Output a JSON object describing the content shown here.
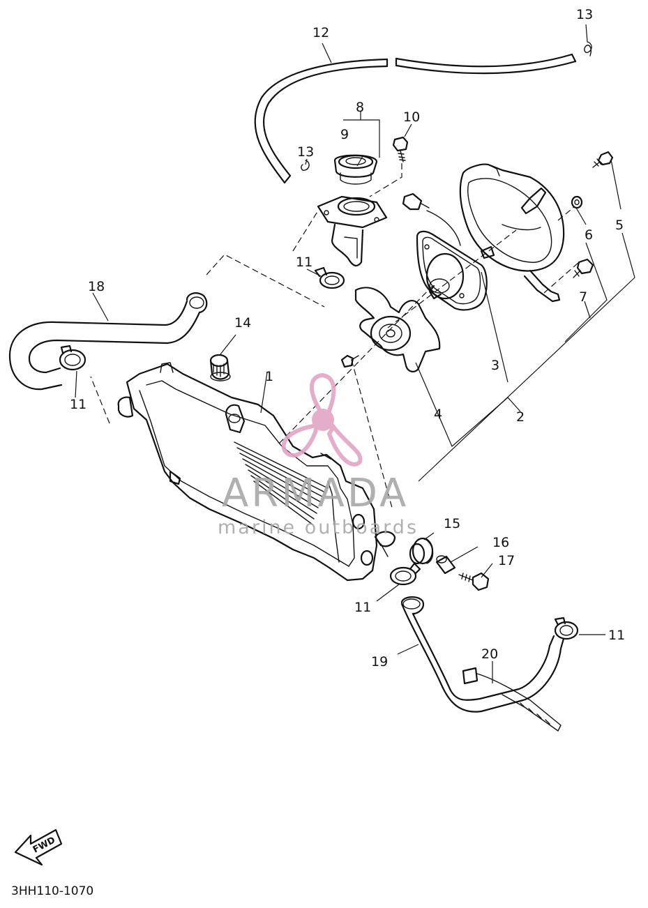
{
  "callouts": {
    "c1": "1",
    "c2": "2",
    "c3": "3",
    "c4": "4",
    "c5": "5",
    "c6": "6",
    "c7": "7",
    "c8": "8",
    "c9": "9",
    "c10": "10",
    "c11a": "11",
    "c11b": "11",
    "c11c": "11",
    "c11d": "11",
    "c12": "12",
    "c13a": "13",
    "c13b": "13",
    "c14": "14",
    "c15": "15",
    "c16": "16",
    "c17": "17",
    "c18": "18",
    "c19": "19",
    "c20": "20"
  },
  "fwd_label": "FWD",
  "diagram_code": "3HH110-1070",
  "watermark": {
    "name": "ARMADA",
    "tagline": "marine outboards",
    "color": "#e2a6c6"
  },
  "icons": {
    "fwd_arrow": "fwd-arrow-icon",
    "watermark_logo": "propeller-logo-icon"
  }
}
